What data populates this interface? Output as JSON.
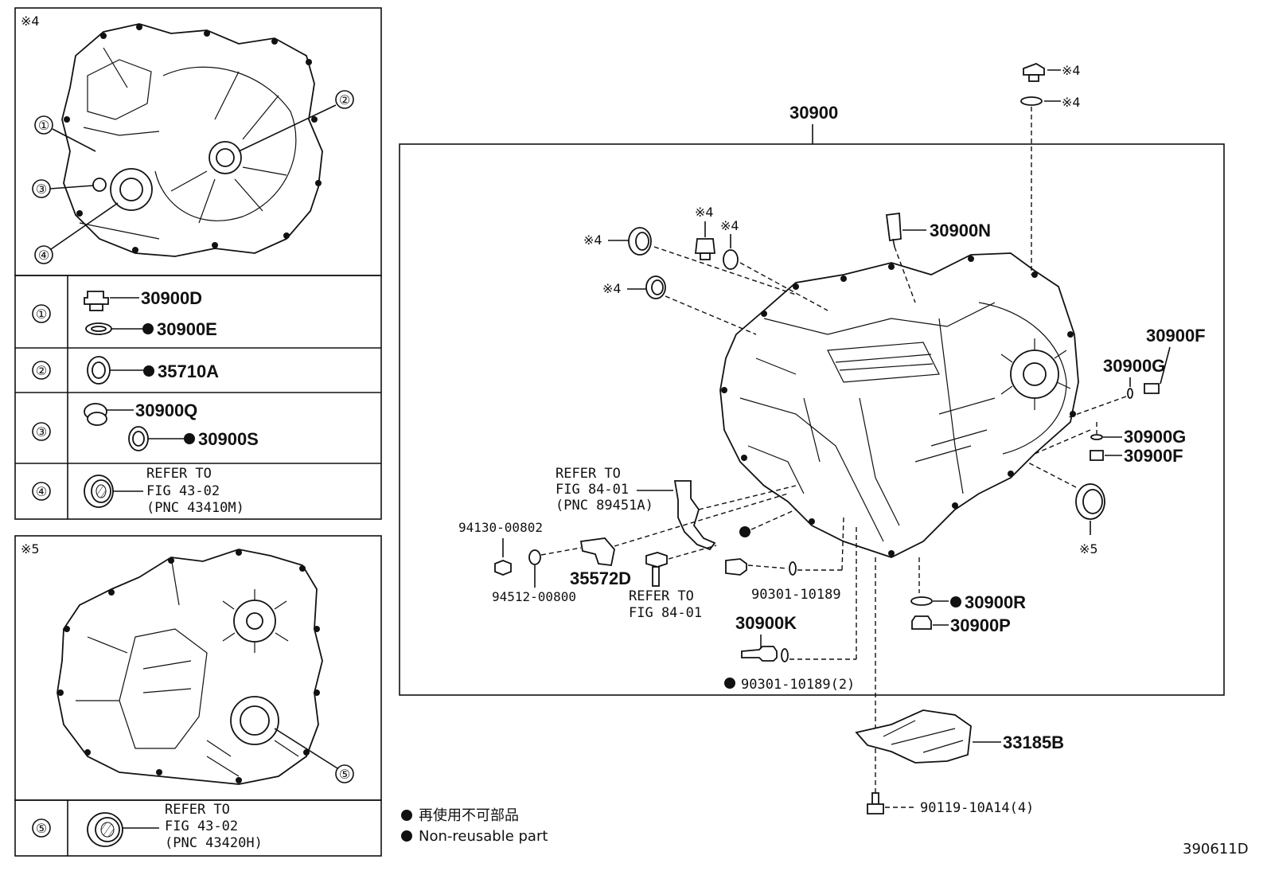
{
  "inset_top": {
    "note": "※4",
    "callouts": [
      "①",
      "②",
      "③",
      "④"
    ]
  },
  "table_rows": [
    {
      "num": "①",
      "items": [
        "30900D",
        "30900E"
      ]
    },
    {
      "num": "②",
      "items": [
        "35710A"
      ]
    },
    {
      "num": "③",
      "items": [
        "30900Q",
        "30900S"
      ]
    },
    {
      "num": "④",
      "refer": [
        "REFER TO",
        "FIG 43-02",
        "(PNC 43410M)"
      ]
    }
  ],
  "inset_bottom": {
    "note": "※5",
    "callout": "⑤",
    "row": {
      "num": "⑤",
      "refer": [
        "REFER TO",
        "FIG 43-02",
        "(PNC 43420H)"
      ]
    }
  },
  "main": {
    "assembly": "30900",
    "parts": {
      "p30900N": "30900N",
      "p30900F_top": "30900F",
      "p30900G_top": "30900G",
      "p30900G_mid": "30900G",
      "p30900F_mid": "30900F",
      "p30900R": "30900R",
      "p30900P": "30900P",
      "p30900K": "30900K",
      "p90301a": "90301-10189",
      "p90301b": "90301-10189(2)",
      "p35572D": "35572D",
      "p94130": "94130-00802",
      "p94512": "94512-00800",
      "p33185B": "33185B",
      "p90119": "90119-10A14(4)"
    },
    "refer_sensor": [
      "REFER TO",
      "FIG 84-01",
      "(PNC 89451A)"
    ],
    "refer_bolt": [
      "REFER TO",
      "FIG 84-01"
    ],
    "notes": {
      "n4a": "※4",
      "n4b": "※4",
      "n4c": "※4",
      "n4d": "※4",
      "n4e": "※4",
      "n4f": "※4",
      "n5": "※5"
    }
  },
  "legend": {
    "jp": "再使用不可部品",
    "en": "Non-reusable part"
  },
  "figure_id": "390611D"
}
